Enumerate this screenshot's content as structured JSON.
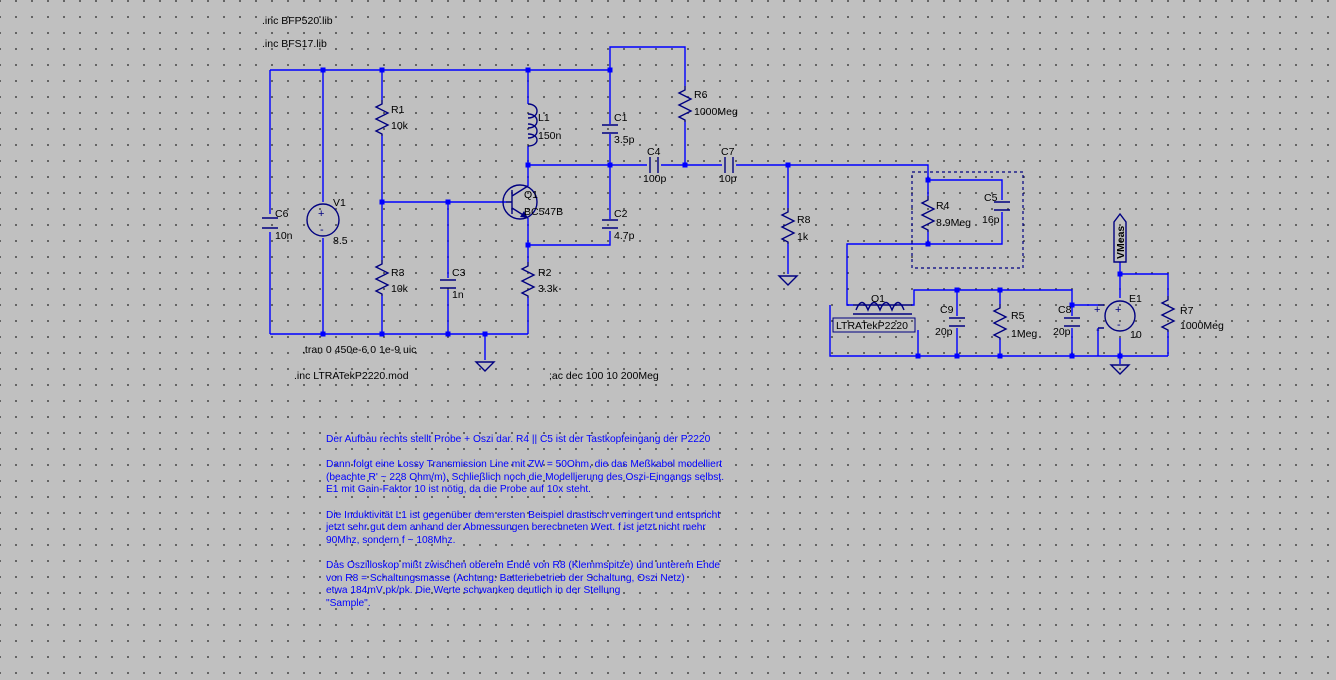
{
  "directives": {
    "inc1": ".inc BFP520.lib",
    "inc2": ".inc BFS17.lib",
    "tran": ".tran 0 450e-6 0 1e-9 uic",
    "inc_mod": ".inc LTRATekP2220.mod",
    "ac": ";ac dec 100 10 200Meg"
  },
  "components": {
    "R1": {
      "name": "R1",
      "value": "10k"
    },
    "R2": {
      "name": "R2",
      "value": "3.3k"
    },
    "R3": {
      "name": "R3",
      "value": "10k"
    },
    "R4": {
      "name": "R4",
      "value": "8.9Meg"
    },
    "R5": {
      "name": "R5",
      "value": "1Meg"
    },
    "R6": {
      "name": "R6",
      "value": "1000Meg"
    },
    "R7": {
      "name": "R7",
      "value": "1000Meg"
    },
    "R8": {
      "name": "R8",
      "value": "1k"
    },
    "C1": {
      "name": "C1",
      "value": "3.5p"
    },
    "C2": {
      "name": "C2",
      "value": "4.7p"
    },
    "C3": {
      "name": "C3",
      "value": "1n"
    },
    "C4": {
      "name": "C4",
      "value": "100p"
    },
    "C5": {
      "name": "C5",
      "value": "16p"
    },
    "C6": {
      "name": "C6",
      "value": "10n"
    },
    "C7": {
      "name": "C7",
      "value": "10p"
    },
    "C8": {
      "name": "C8",
      "value": "20p"
    },
    "C9": {
      "name": "C9",
      "value": "20p"
    },
    "L1": {
      "name": "L1",
      "value": "150n"
    },
    "Q1": {
      "name": "Q1",
      "value": "BC547B"
    },
    "V1": {
      "name": "V1",
      "value": "8.5"
    },
    "E1": {
      "name": "E1",
      "value": "10"
    },
    "O1": {
      "name": "O1",
      "value": "LTRATekP2220"
    }
  },
  "net_label": "VMeas",
  "comment": [
    "Der Aufbau rechts stellt Probe + Oszi dar. R4 || C5 ist der Tastkopfeingang der P2220",
    "Dann folgt eine Lossy Transmission Line mit ZW = 50Ohm, die das Meßkabel modelliert\n(beachte R' ~ 228 Ohm/m). Schließlich noch die Modellierung des Oszi-Eingangs selbst.\nE1 mit Gain-Faktor 10 ist nötig, da die Probe auf 10x steht.",
    "Die Induktivität L1 ist gegenüber dem ersten Beispiel drastisch verringert und entspricht\njetzt sehr gut dem anhand der Abmessungen berechneten Wert. f ist jetzt nicht mehr\n90Mhz, sondern f ~ 108Mhz.",
    "Das Oszilloskop mißt zwischen oberem Ende von R8 (Klemmspitze) und unterem Ende\nvon R8 = Schaltungsmasse (Achtung: Batteriebetrieb der Schaltung, Oszi Netz)\netwa 184mV pk/pk. Die Werte schwanken deutlich in der Stellung\n\"Sample\"."
  ]
}
